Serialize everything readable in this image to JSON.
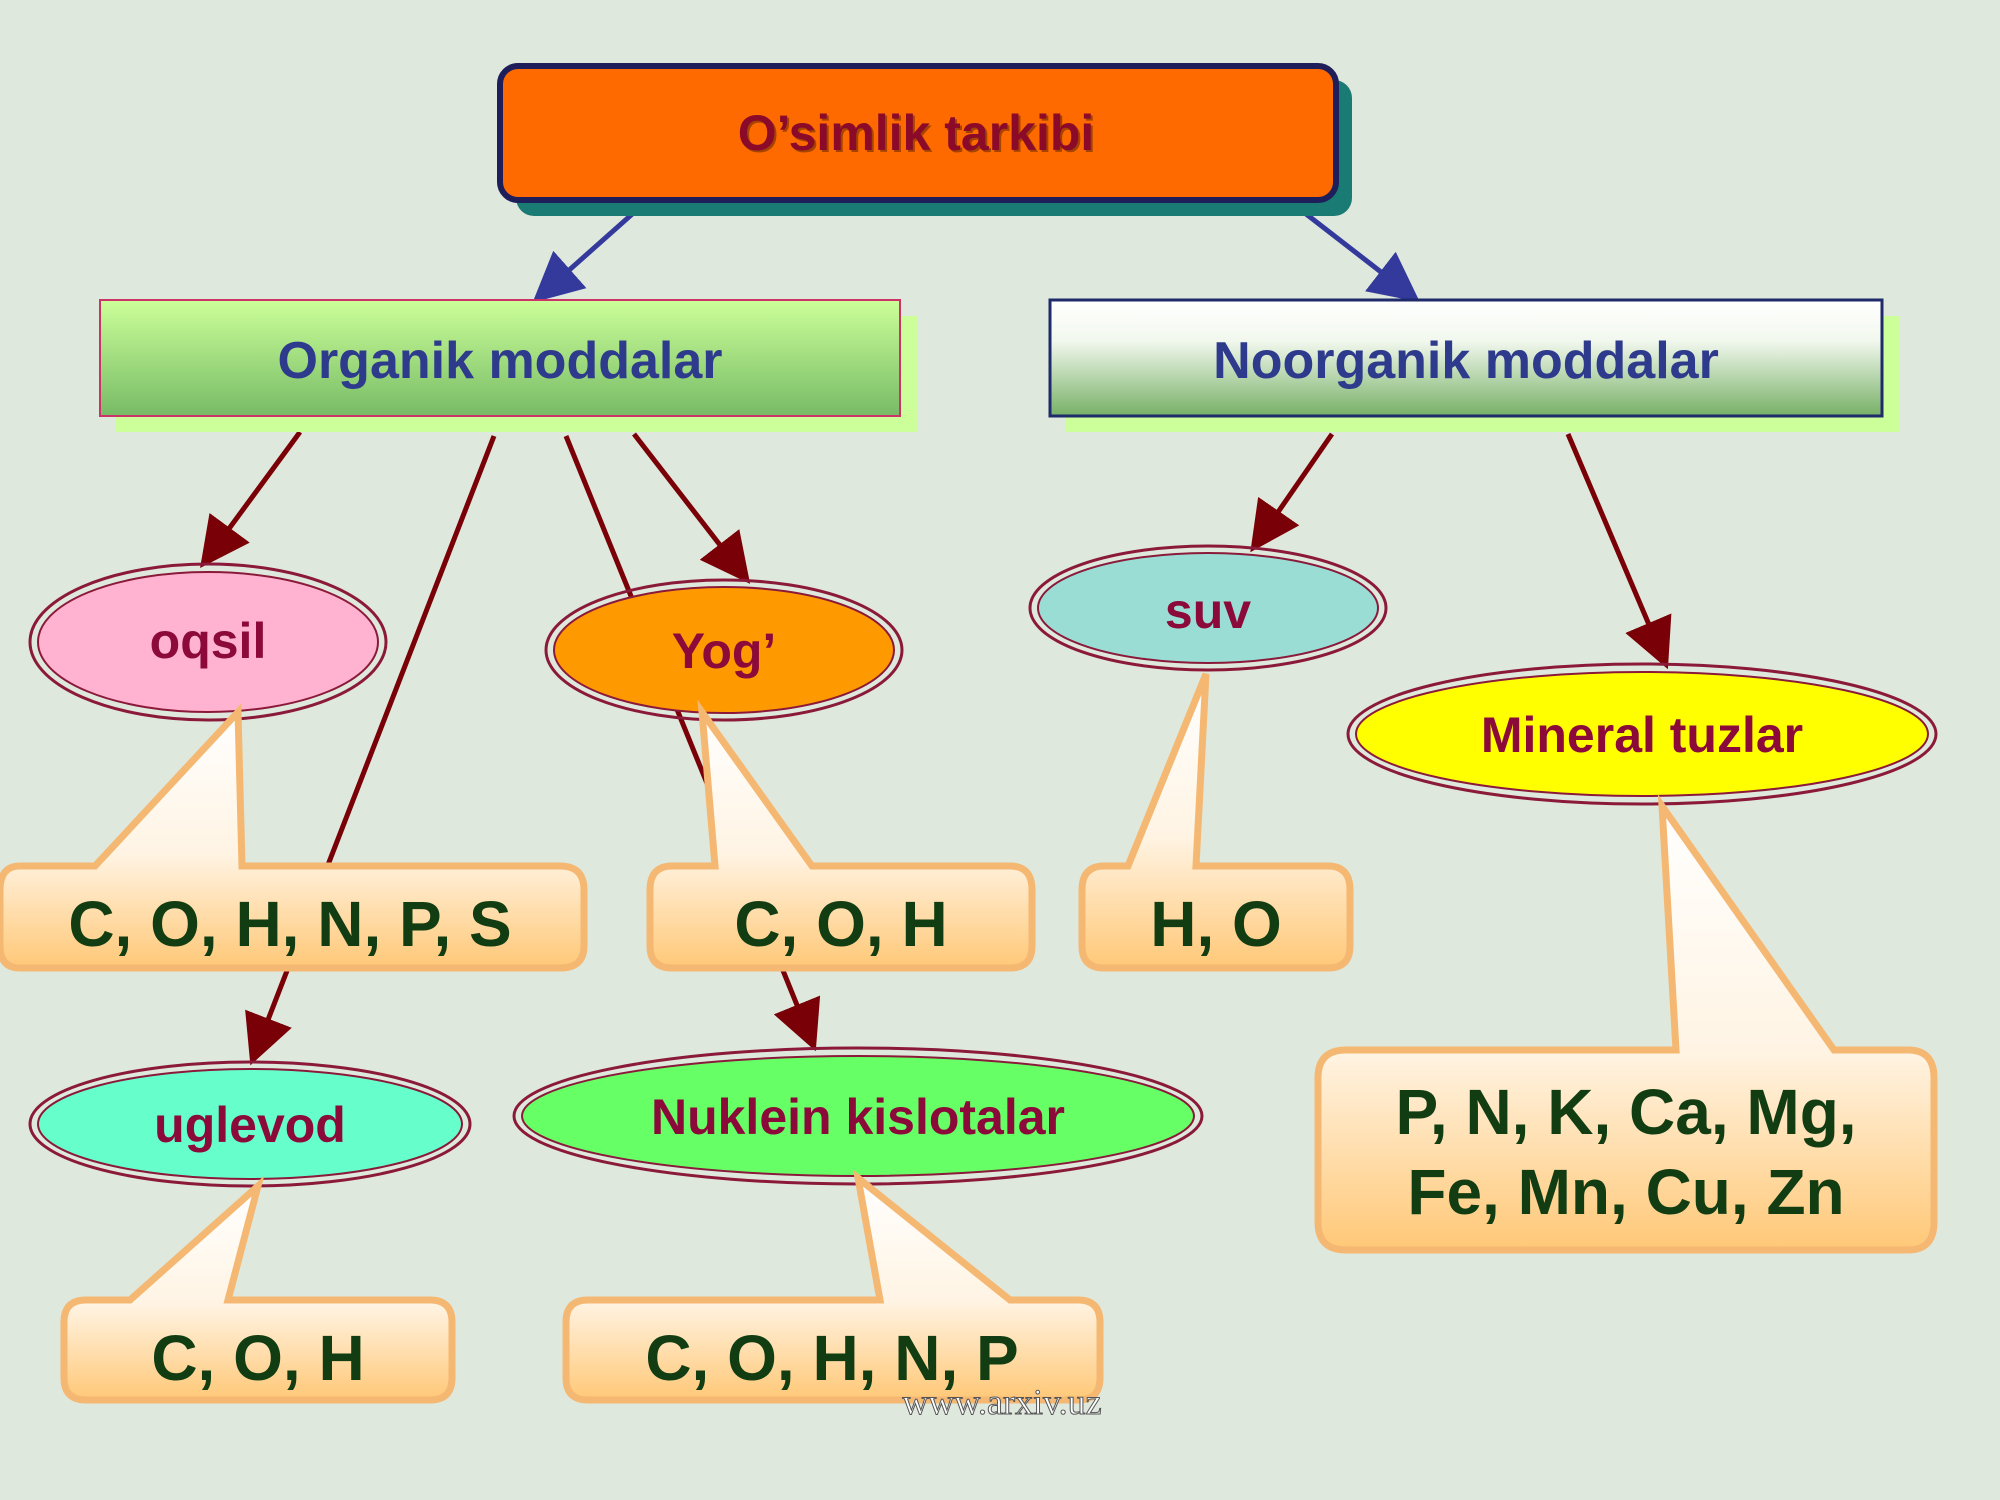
{
  "title": "O’simlik tarkibi",
  "categories": {
    "organic": "Organik moddalar",
    "inorganic": "Noorganik moddalar"
  },
  "nodes": {
    "oqsil": "oqsil",
    "yog": "Yog’",
    "uglevod": "uglevod",
    "nuklein": "Nuklein kislotalar",
    "suv": "suv",
    "mineral": "Mineral tuzlar"
  },
  "callouts": {
    "oqsil": "C, O, H, N, P, S",
    "yog": "C, O, H",
    "uglevod": "C, O, H",
    "nuklein": "C, O, H, N, P",
    "suv": "H, O",
    "mineral_line1": "P, N, K, Ca, Mg,",
    "mineral_line2": "Fe, Mn, Cu, Zn"
  },
  "watermark": "www.arxiv.uz",
  "colors": {
    "background": "#dfe8dc",
    "title_fill": "#ff6a00",
    "title_text": "#8b0a2a",
    "category_text": "#2e3a8c",
    "node_text": "#8b0a3a",
    "callout_text": "#123d12",
    "arrow_blue": "#333a9c",
    "arrow_red": "#7a0008",
    "oqsil_fill": "#ffb3d0",
    "yog_fill": "#ff9900",
    "uglevod_fill": "#66ffcc",
    "nuklein_fill": "#66ff66",
    "suv_fill": "#99ddd4",
    "mineral_fill": "#ffff00"
  }
}
